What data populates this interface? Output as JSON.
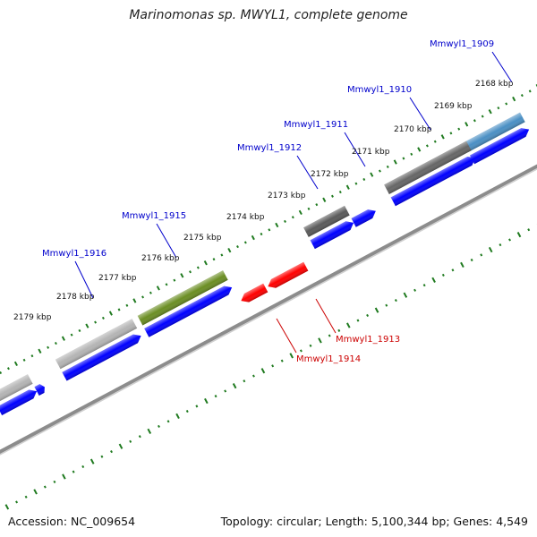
{
  "title": "Marinomonas sp. MWYL1, complete genome",
  "footer": {
    "accession": "Accession: NC_009654",
    "topology": "Topology: circular; Length: 5,100,344 bp; Genes: 4,549"
  },
  "colors": {
    "backbone": "#8c8c8c",
    "tick": "#1f7a1f",
    "cds_forward": "#0000ff",
    "cds_reverse": "#ff0000",
    "label_forward": "#0000cc",
    "label_reverse": "#cc0000"
  },
  "tick_labels": [
    {
      "text": "2168 kbp"
    },
    {
      "text": "2169 kbp"
    },
    {
      "text": "2170 kbp"
    },
    {
      "text": "2171 kbp"
    },
    {
      "text": "2172 kbp"
    },
    {
      "text": "2173 kbp"
    },
    {
      "text": "2174 kbp"
    },
    {
      "text": "2175 kbp"
    },
    {
      "text": "2176 kbp"
    },
    {
      "text": "2177 kbp"
    },
    {
      "text": "2178 kbp"
    },
    {
      "text": "2179 kbp"
    }
  ],
  "genes": [
    {
      "name": "Mmwyl1_1909",
      "strand": "forward",
      "color": "#4a8fc4"
    },
    {
      "name": "Mmwyl1_1910",
      "strand": "forward",
      "color": "#666666"
    },
    {
      "name": "Mmwyl1_1911",
      "strand": "forward",
      "color": "#5a5a5a"
    },
    {
      "name": "Mmwyl1_1912",
      "strand": "forward",
      "color": "#5a5a5a"
    },
    {
      "name": "Mmwyl1_1913",
      "strand": "reverse",
      "color": "#ff0000"
    },
    {
      "name": "Mmwyl1_1914",
      "strand": "reverse",
      "color": "#ff0000"
    },
    {
      "name": "Mmwyl1_1915",
      "strand": "forward",
      "color": "#6b8e23"
    },
    {
      "name": "Mmwyl1_1916",
      "strand": "forward",
      "color": "#b4b4b4"
    }
  ]
}
